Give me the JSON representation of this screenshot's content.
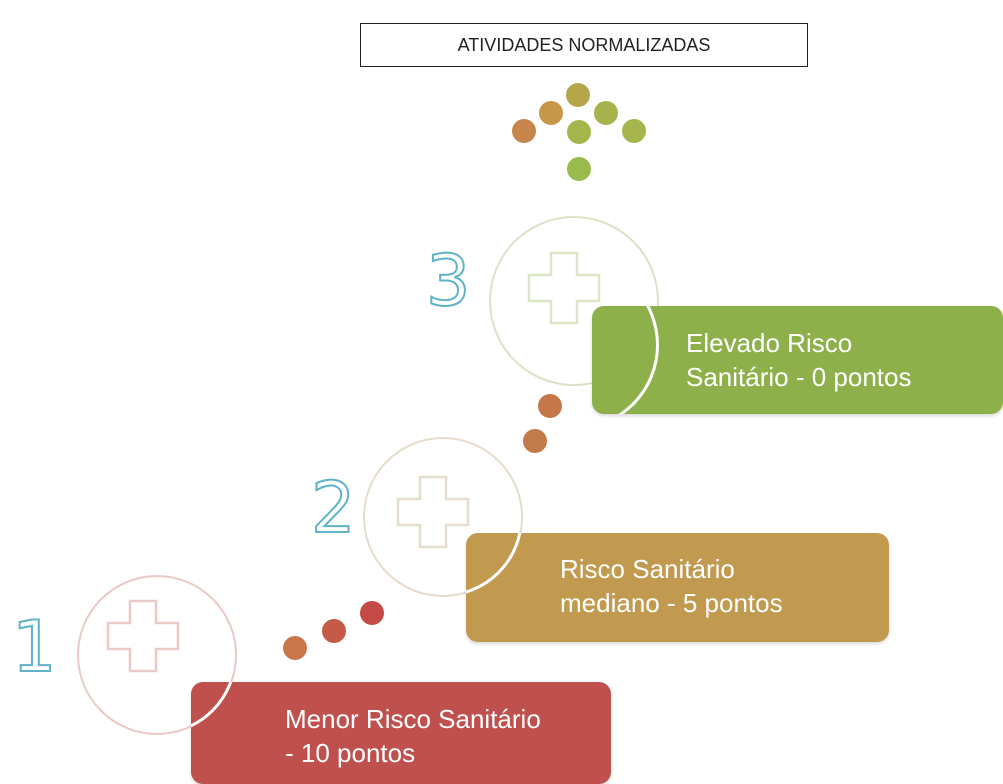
{
  "title": "ATIVIDADES NORMALIZADAS",
  "colors": {
    "red": "#c0504d",
    "gold": "#c29a4f",
    "green": "#8eb04b",
    "dot_orange": "#c27a4a",
    "number_outline": "#5fb3c8"
  },
  "steps": [
    {
      "number": "1",
      "line1": "Menor Risco Sanitário",
      "line2": "- 10 pontos",
      "color": "#c0504d",
      "icon": "plus-icon"
    },
    {
      "number": "2",
      "line1": "Risco Sanitário",
      "line2": "mediano - 5 pontos",
      "color": "#c29a4f",
      "icon": "plus-icon"
    },
    {
      "number": "3",
      "line1": "Elevado Risco",
      "line2": "Sanitário - 0 pontos",
      "color": "#8eb04b",
      "icon": "plus-icon"
    }
  ]
}
